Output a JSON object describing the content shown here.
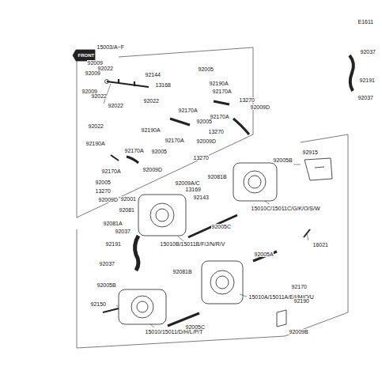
{
  "diagram": {
    "labels": [
      "E1611",
      "FRONT",
      "15003/A~F",
      "92009",
      "92022",
      "92009",
      "92144",
      "13168",
      "92009",
      "92022",
      "92022",
      "92022",
      "92022",
      "92037",
      "92191",
      "92037",
      "92005",
      "92190A",
      "92170A",
      "13270",
      "92009D",
      "92170A",
      "92170A",
      "92005",
      "92190A",
      "13270",
      "92170A",
      "92009D",
      "92190A",
      "92170A",
      "92005",
      "13270",
      "92009D",
      "92170A",
      "92005",
      "13270",
      "92009D",
      "92915",
      "92005B",
      "92009A/C",
      "92081B",
      "13169",
      "92143",
      "92001",
      "92081",
      "15010C/15011C/G/K/O/S/W",
      "92081A",
      "92005C",
      "92037",
      "15010B/15011B/F/J/N/R/V",
      "16021",
      "92191",
      "92005A",
      "92037",
      "92081B",
      "92005B",
      "92170",
      "15010A/15011A/E/I/M/Q/U",
      "92190",
      "92150",
      "92005C",
      "15010/15011/D/H/L/P/T",
      "92009B"
    ]
  }
}
